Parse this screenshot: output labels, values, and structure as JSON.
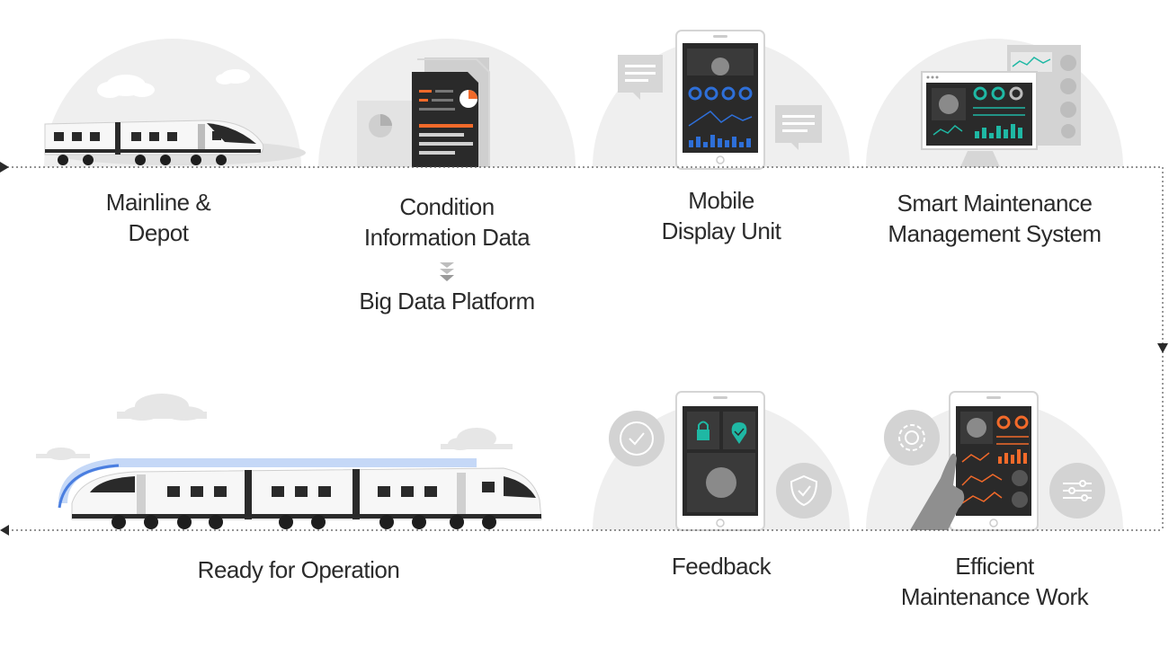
{
  "colors": {
    "dome": "#efefef",
    "cloud": "#dedede",
    "screen": "#2a2a2a",
    "teal": "#1fb8a4",
    "orange": "#f26a2a",
    "blue": "#2e6fd8",
    "line": "#555555"
  },
  "stages": {
    "mainline": {
      "line1": "Mainline &",
      "line2": "Depot"
    },
    "condition": {
      "line1": "Condition",
      "line2": "Information Data",
      "line3": "Big Data Platform"
    },
    "mobile": {
      "line1": "Mobile",
      "line2": "Display Unit"
    },
    "smms": {
      "line1": "Smart Maintenance",
      "line2": "Management System"
    },
    "ready": {
      "line1": "Ready for Operation"
    },
    "feedback": {
      "line1": "Feedback"
    },
    "efficient": {
      "line1": "Efficient",
      "line2": "Maintenance Work"
    }
  },
  "icons": [
    "train-icon",
    "document-icon",
    "tablet-icon",
    "chat-icon",
    "monitor-icon",
    "check-icon",
    "shield-icon",
    "gear-icon",
    "sliders-icon",
    "lock-icon",
    "location-icon",
    "hand-icon",
    "down-arrow-icon"
  ]
}
